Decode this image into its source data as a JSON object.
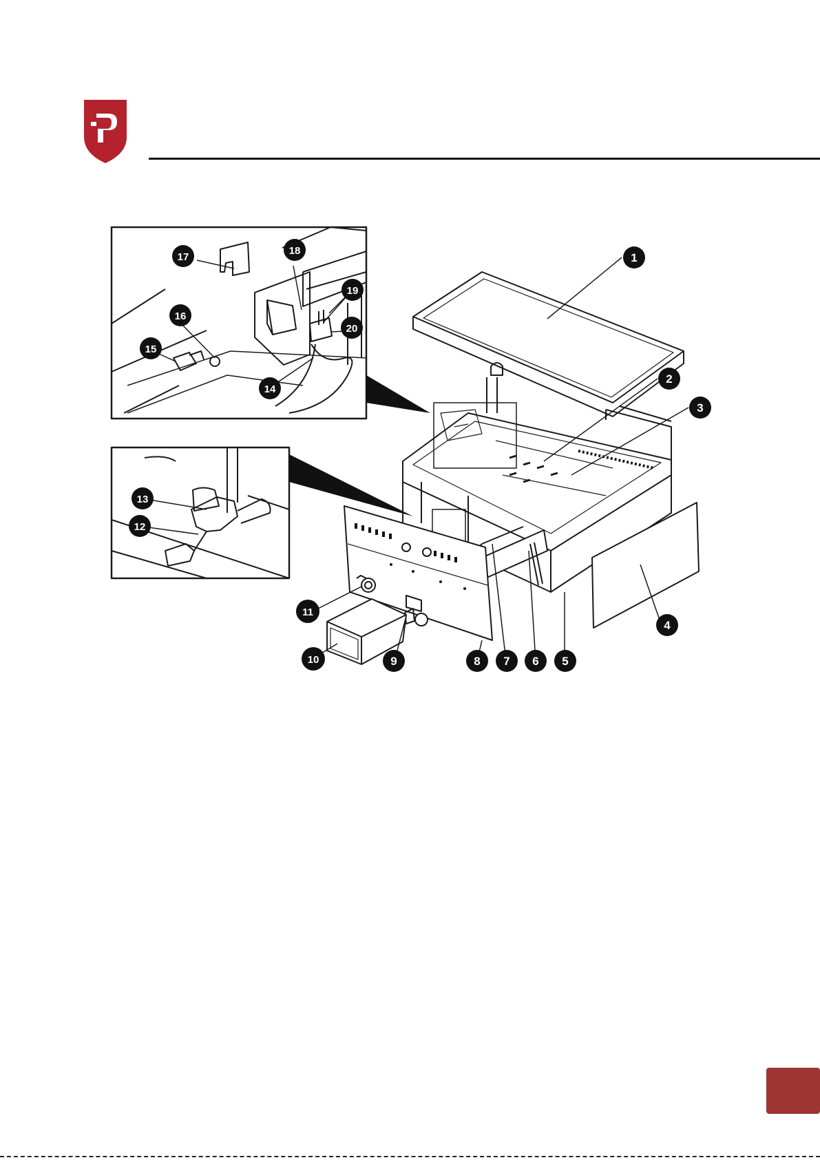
{
  "colors": {
    "brand_red": "#b3222d",
    "corner_tab": "#9e3535",
    "line": "#1a1a1a",
    "callout_fill": "#111111"
  },
  "logo": {
    "icon": "shield-p-logo-icon"
  },
  "callouts": {
    "c1": "1",
    "c2": "2",
    "c3": "3",
    "c4": "4",
    "c5": "5",
    "c6": "6",
    "c7": "7",
    "c8": "8",
    "c9": "9",
    "c10": "10",
    "c11": "11",
    "c12": "12",
    "c13": "13",
    "c14": "14",
    "c15": "15",
    "c16": "16",
    "c17": "17",
    "c18": "18",
    "c19": "19",
    "c20": "20"
  }
}
